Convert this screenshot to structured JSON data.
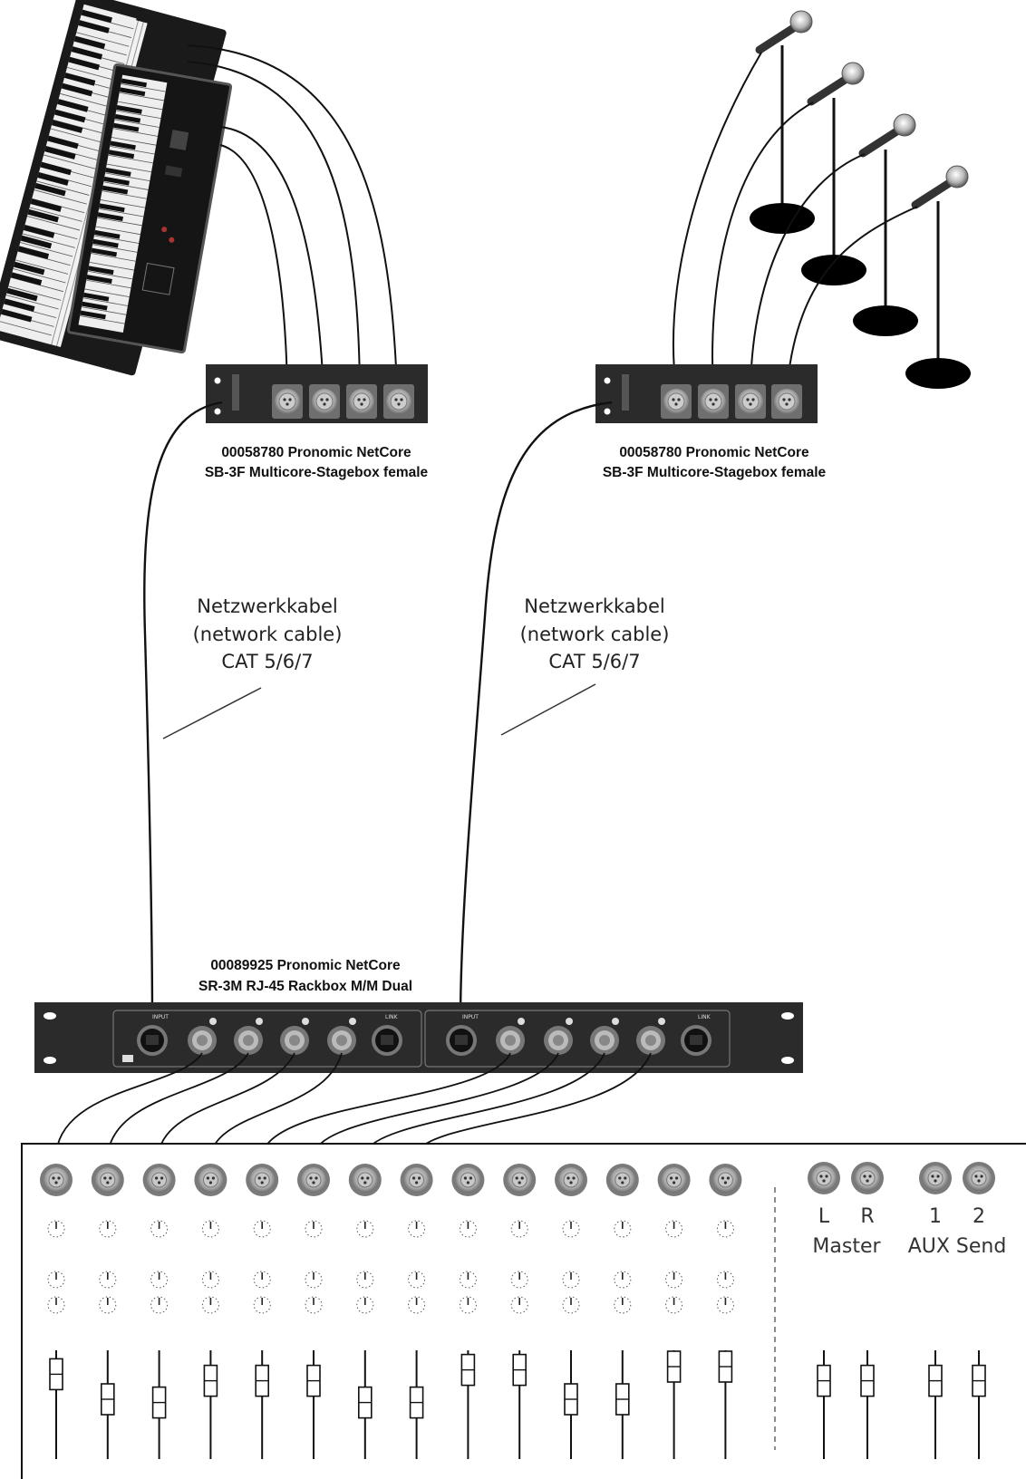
{
  "stagebox_left": {
    "line1": "00058780  Pronomic NetCore",
    "line2": "SB-3F Multicore-Stagebox female"
  },
  "stagebox_right": {
    "line1": "00058780  Pronomic NetCore",
    "line2": "SB-3F Multicore-Stagebox female"
  },
  "cable_left": {
    "line1": "Netzwerkkabel",
    "line2": "(network cable)",
    "line3": "CAT 5/6/7"
  },
  "cable_right": {
    "line1": "Netzwerkkabel",
    "line2": "(network cable)",
    "line3": "CAT 5/6/7"
  },
  "rackbox": {
    "line1": "00089925 Pronomic NetCore",
    "line2": "SR-3M RJ-45 Rackbox M/M Dual"
  },
  "mixer": {
    "channel_count": 14,
    "master_label": "Master",
    "master_left": "L",
    "master_right": "R",
    "aux_label": "AUX Send",
    "aux_1": "1",
    "aux_2": "2",
    "fader_levels": [
      0.78,
      0.55,
      0.52,
      0.72,
      0.72,
      0.72,
      0.52,
      0.52,
      0.82,
      0.82,
      0.55,
      0.55,
      0.85,
      0.85
    ],
    "master_fader_levels": [
      0.72,
      0.72,
      0.72,
      0.72
    ]
  },
  "colors": {
    "panel": "#2b2b2b",
    "cable": "#111111",
    "xlr_ring": "#8c8c8c",
    "xlr_face": "#b0b0b0"
  }
}
